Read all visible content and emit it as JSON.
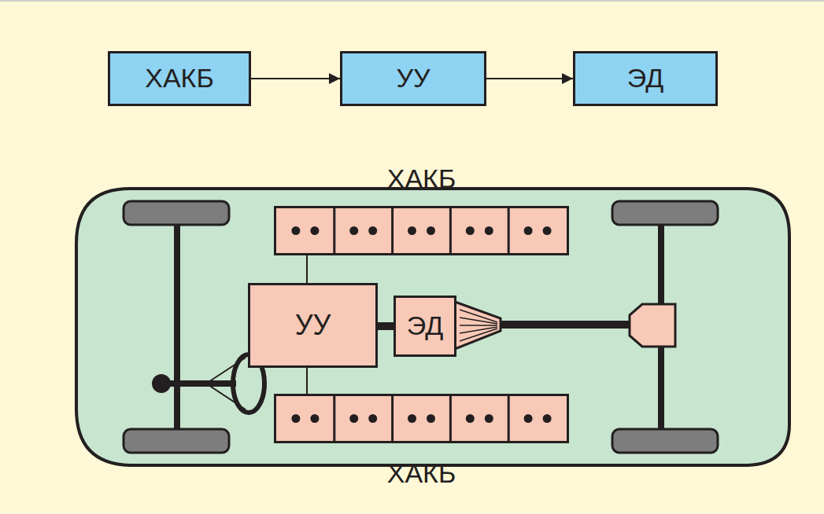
{
  "diagram": {
    "nodes": [
      {
        "text": [
          "ХАКБ"
        ]
      },
      {
        "text": [
          "УУ"
        ]
      },
      {
        "text": [
          "ЭД"
        ]
      },
      {
        "text": [
          "ХАКБ"
        ]
      },
      {
        "text": [
          "УУ"
        ]
      },
      {
        "text": [
          "ЭД"
        ]
      },
      {
        "text": [
          "ХАКБ"
        ]
      }
    ],
    "edges": [
      {
        "from": 0,
        "to": 1,
        "arrow": "to"
      },
      {
        "from": 1,
        "to": 2,
        "arrow": "to"
      },
      {
        "from": 3,
        "to": 4,
        "arrow": "none"
      },
      {
        "from": 4,
        "to": 5,
        "arrow": "none"
      },
      {
        "from": 4,
        "to": 6,
        "arrow": "none"
      }
    ]
  }
}
